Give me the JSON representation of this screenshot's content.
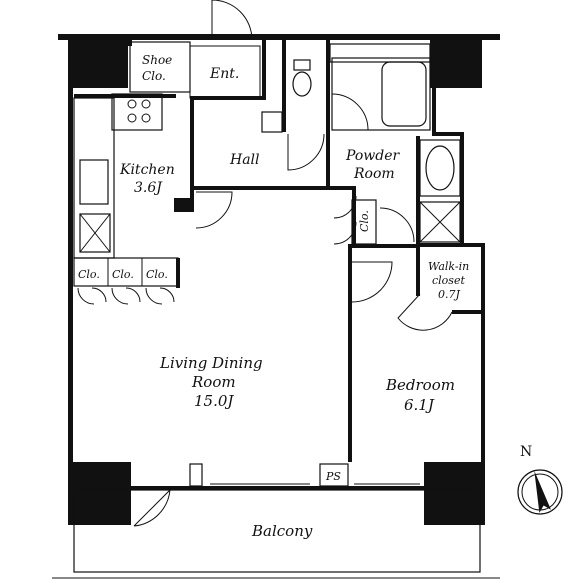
{
  "rooms": {
    "shoe_closet": [
      "Shoe",
      "Clo."
    ],
    "entrance": "Ent.",
    "kitchen": [
      "Kitchen",
      "3.6J"
    ],
    "hall": "Hall",
    "powder_room": [
      "Powder",
      "Room"
    ],
    "closet_small": "Clo.",
    "closet_row": [
      "Clo.",
      "Clo.",
      "Clo."
    ],
    "walk_in_closet": [
      "Walk-in",
      "closet",
      "0.7J"
    ],
    "living_dining": [
      "Living Dining",
      "Room",
      "15.0J"
    ],
    "bedroom": [
      "Bedroom",
      "6.1J"
    ],
    "pipe_space": "PS",
    "balcony": "Balcony"
  },
  "compass": {
    "label": "N"
  }
}
